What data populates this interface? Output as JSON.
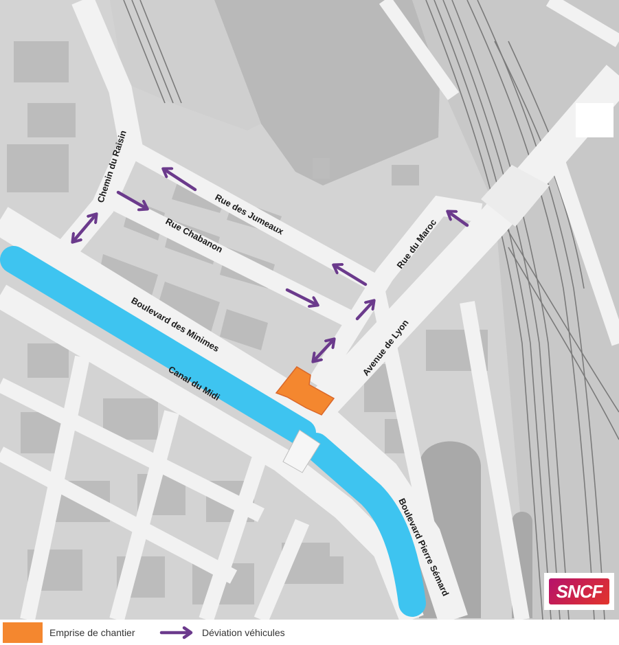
{
  "map": {
    "street_labels": [
      "Chemin du Raisin",
      "Rue des Jumeaux",
      "Rue Chabanon",
      "Rue du Maroc",
      "Boulevard des Minimes",
      "Canal du Midi",
      "Avenue de Lyon",
      "Boulevard Pierre Sémard"
    ]
  },
  "legend": {
    "construction_label": "Emprise de chantier",
    "deviation_label": "Déviation véhicules"
  },
  "logo": {
    "text": "SNCF"
  },
  "colors": {
    "canal": "#3ec4f0",
    "construction": "#f4872f",
    "deviation_arrow": "#6b3a8c",
    "road": "#f2f2f2",
    "block": "#d3d3d3",
    "building": "#b8b8b8",
    "logo_gradient_start": "#b5126b",
    "logo_gradient_end": "#e2342b"
  }
}
